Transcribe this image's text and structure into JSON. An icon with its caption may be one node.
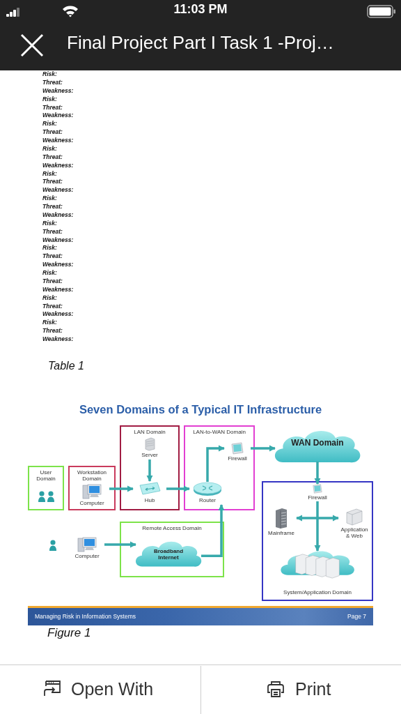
{
  "diagram": {
    "title": "Seven Domains of a Typical IT Infrastructure",
    "nodes": [
      {
        "text": [
          "User Domain"
        ]
      },
      {
        "text": [
          "Workstation Domain"
        ]
      },
      {
        "text": [
          "Computer"
        ],
        "in": 1
      },
      {
        "text": [
          "LAN Domain"
        ]
      },
      {
        "text": [
          "Server"
        ],
        "in": 3
      },
      {
        "text": [
          "Hub"
        ],
        "in": 3
      },
      {
        "text": [
          "LAN-to-WAN Domain"
        ]
      },
      {
        "text": [
          "Router"
        ],
        "in": 6
      },
      {
        "text": [
          "Firewall"
        ],
        "in": 6
      },
      {
        "text": [
          "WAN Domain"
        ]
      },
      {
        "text": [
          "System/Application Domain"
        ]
      },
      {
        "text": [
          "Firewall"
        ],
        "in": 10
      },
      {
        "text": [
          "Mainframe"
        ],
        "in": 10
      },
      {
        "text": [
          "Application & Web"
        ],
        "in": 10
      },
      {
        "text": [],
        "shape": "cloud",
        "in": 10
      },
      {
        "text": [
          "Remote Access Domain"
        ]
      },
      {
        "text": [
          "Broadband Internet"
        ],
        "in": 15
      },
      {
        "text": [
          "Computer"
        ]
      }
    ],
    "edges": [
      {
        "from": 2,
        "to": 5,
        "arrow": "to"
      },
      {
        "from": 4,
        "to": 5,
        "arrow": "to"
      },
      {
        "from": 5,
        "to": 7,
        "arrow": "to"
      },
      {
        "from": 7,
        "to": 8,
        "arrow": "to"
      },
      {
        "from": 8,
        "to": 9,
        "arrow": "to"
      },
      {
        "from": 9,
        "to": 11,
        "arrow": "to"
      },
      {
        "from": 11,
        "to": 14,
        "arrow": "to"
      },
      {
        "from": 12,
        "to": 13,
        "arrow": "both"
      },
      {
        "from": 17,
        "to": 16,
        "arrow": "to"
      },
      {
        "from": 16,
        "to": 7,
        "arrow": "to"
      }
    ],
    "labels": [
      "11:03 PM",
      "Final Project Part I Task 1 -Proj…",
      "Risk:",
      "Threat:",
      "Weakness:",
      "Risk:",
      "Threat:",
      "Weakness:",
      "Risk:",
      "Threat:",
      "Weakness:",
      "Risk:",
      "Threat:",
      "Weakness:",
      "Risk:",
      "Threat:",
      "Weakness:",
      "Risk:",
      "Threat:",
      "Weakness:",
      "Risk:",
      "Threat:",
      "Weakness:",
      "Risk:",
      "Threat:",
      "Weakness:",
      "Risk:",
      "Threat:",
      "Weakness:",
      "Risk:",
      "Threat:",
      "Weakness:",
      "Risk:",
      "Threat:",
      "Weakness:",
      "Table 1",
      "Managing Risk in Information Systems",
      "Page 7",
      "Figure 1",
      "Open With",
      "Print"
    ]
  }
}
